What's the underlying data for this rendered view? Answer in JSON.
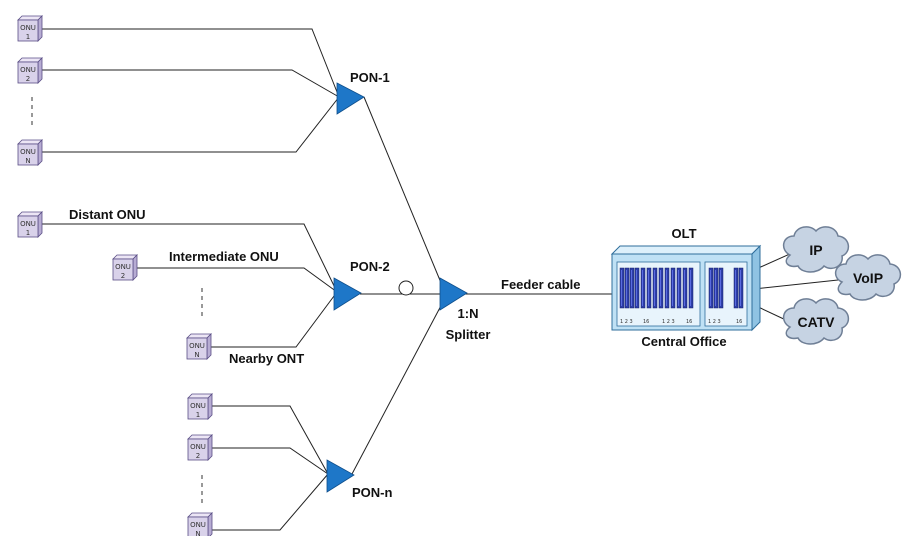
{
  "onu_word": "ONU",
  "labels": {
    "pon1": "PON-1",
    "pon2": "PON-2",
    "ponn": "PON-n",
    "splitter_line1": "1:N",
    "splitter_line2": "Splitter",
    "feeder": "Feeder cable",
    "olt": "OLT",
    "central_office": "Central Office",
    "distant": "Distant ONU",
    "intermediate": "Intermediate ONU",
    "nearby": "Nearby ONT"
  },
  "clouds": {
    "ip": "IP",
    "voip": "VoIP",
    "catv": "CATV"
  },
  "onu_sub": {
    "g1": [
      "1",
      "2",
      "N"
    ],
    "g2": [
      "1",
      "2",
      "N"
    ],
    "g3": [
      "1",
      "2",
      "N"
    ]
  },
  "rack_numbers": {
    "left": "1  2  3",
    "left_end": "16"
  },
  "colors": {
    "splitter": "#1E77C8",
    "onu_fill": "#D9D2EA",
    "onu_stroke": "#5A4E86",
    "olt_fill": "#BFE1F5",
    "olt_stroke": "#2F6E9B",
    "card_fill": "#2E3FA8",
    "cloud_fill": "#C6D3E3",
    "cloud_stroke": "#6F7F96"
  }
}
